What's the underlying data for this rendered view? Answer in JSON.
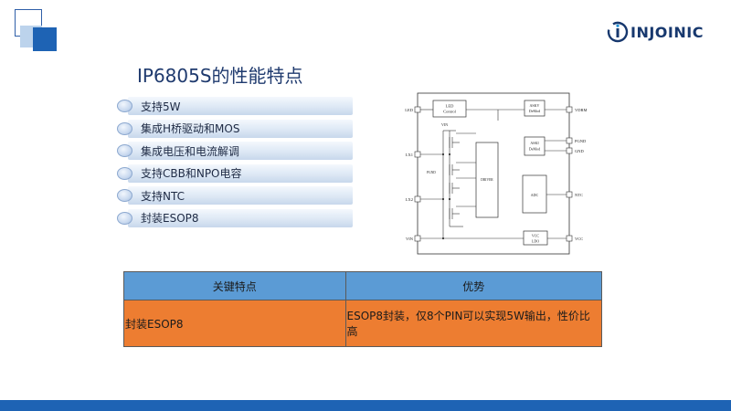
{
  "header": {
    "title": "IP6805S的性能特点",
    "logo_text": "INJOINIC"
  },
  "features": [
    "支持5W",
    "集成H桥驱动和MOS",
    "集成电压和电流解调",
    "支持CBB和NPO电容",
    "支持NTC",
    "封装ESOP8"
  ],
  "diagram": {
    "pins_left": [
      "LED",
      "LX1",
      "LX2",
      "VIN"
    ],
    "pins_right": [
      "VDRM",
      "PGND",
      "GND",
      "NTC",
      "VCC"
    ],
    "blocks": {
      "led_control": [
        "LED",
        "Control"
      ],
      "askv": [
        "ASKV",
        "DeMod"
      ],
      "aski": [
        "ASKI",
        "DeMod"
      ],
      "driver": "DRIVER",
      "adc": "ADC",
      "vcc_ldo": [
        "VCC",
        "LDO"
      ]
    },
    "labels": {
      "vin": "VIN",
      "pgnd": "PGND"
    }
  },
  "table": {
    "headers": [
      "关键特点",
      "优势"
    ],
    "rows": [
      [
        "封装ESOP8",
        "ESOP8封装，仅8个PIN可以实现5W输出，性价比高"
      ]
    ]
  },
  "colors": {
    "accent_blue": "#1e63b4",
    "table_header": "#5b9bd5",
    "table_row": "#ed7d31"
  }
}
